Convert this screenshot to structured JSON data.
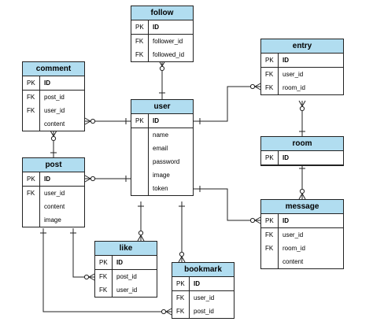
{
  "colors": {
    "header_fill": "#b1ddf0",
    "line": "#222222"
  },
  "entities": {
    "follow": {
      "title": "follow",
      "rows": [
        {
          "key": "PK",
          "field": "ID"
        },
        {
          "key": "FK",
          "field": "follower_id"
        },
        {
          "key": "FK",
          "field": "followed_id"
        }
      ]
    },
    "entry": {
      "title": "entry",
      "rows": [
        {
          "key": "PK",
          "field": "ID"
        },
        {
          "key": "FK",
          "field": "user_id"
        },
        {
          "key": "FK",
          "field": "room_id"
        }
      ]
    },
    "comment": {
      "title": "comment",
      "rows": [
        {
          "key": "PK",
          "field": "ID"
        },
        {
          "key": "FK",
          "field": "post_id"
        },
        {
          "key": "FK",
          "field": "user_id"
        },
        {
          "key": "",
          "field": "content"
        }
      ]
    },
    "user": {
      "title": "user",
      "rows": [
        {
          "key": "PK",
          "field": "ID"
        },
        {
          "key": "",
          "field": "name"
        },
        {
          "key": "",
          "field": "email"
        },
        {
          "key": "",
          "field": "password"
        },
        {
          "key": "",
          "field": "image"
        },
        {
          "key": "",
          "field": "token"
        }
      ]
    },
    "room": {
      "title": "room",
      "rows": [
        {
          "key": "PK",
          "field": "ID"
        }
      ]
    },
    "post": {
      "title": "post",
      "rows": [
        {
          "key": "PK",
          "field": "ID"
        },
        {
          "key": "FK",
          "field": "user_id"
        },
        {
          "key": "",
          "field": "content"
        },
        {
          "key": "",
          "field": "image"
        }
      ]
    },
    "message": {
      "title": "message",
      "rows": [
        {
          "key": "PK",
          "field": "ID"
        },
        {
          "key": "FK",
          "field": "user_id"
        },
        {
          "key": "FK",
          "field": "room_id"
        },
        {
          "key": "",
          "field": "content"
        }
      ]
    },
    "like": {
      "title": "like",
      "rows": [
        {
          "key": "PK",
          "field": "ID"
        },
        {
          "key": "FK",
          "field": "post_id"
        },
        {
          "key": "FK",
          "field": "user_id"
        }
      ]
    },
    "bookmark": {
      "title": "bookmark",
      "rows": [
        {
          "key": "PK",
          "field": "ID"
        },
        {
          "key": "FK",
          "field": "user_id"
        },
        {
          "key": "FK",
          "field": "post_id"
        }
      ]
    }
  }
}
